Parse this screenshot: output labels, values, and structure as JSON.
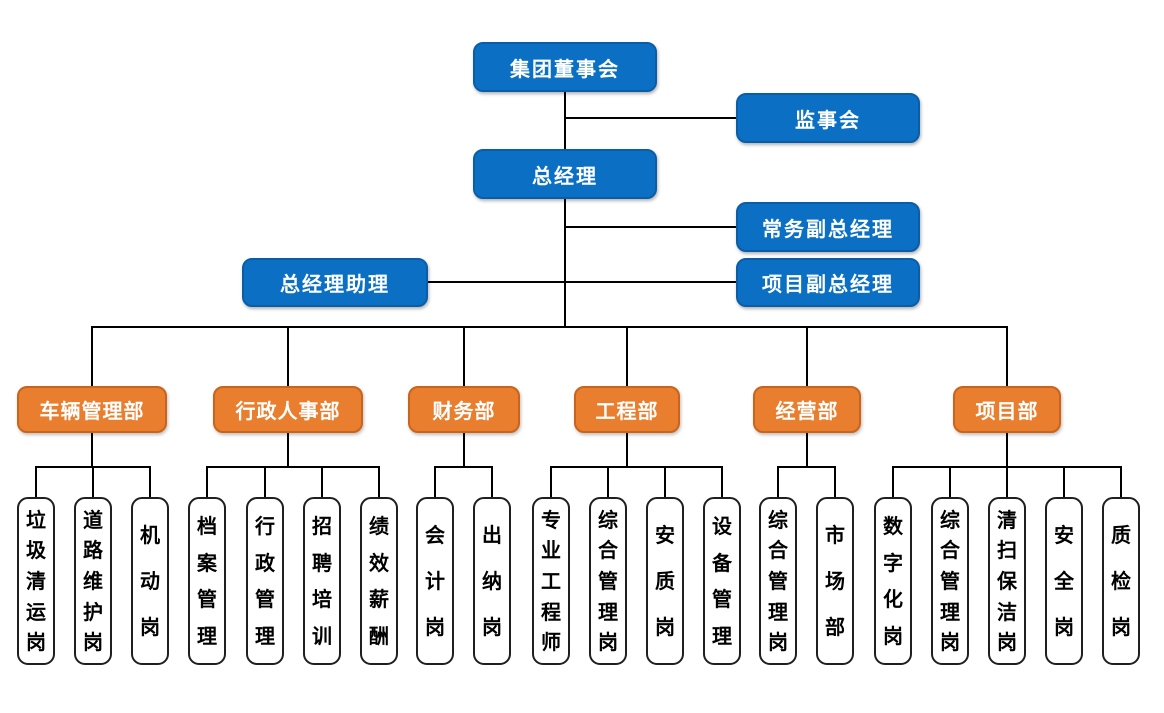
{
  "org": {
    "executives": {
      "board": "集团董事会",
      "supervisory": "监事会",
      "gm": "总经理",
      "exec_vice_gm": "常务副总经理",
      "gm_assistant": "总经理助理",
      "project_vice_gm": "项目副总经理"
    },
    "departments": [
      {
        "name": "车辆管理部",
        "posts": [
          "垃圾清运岗",
          "道路维护岗",
          "机动岗"
        ]
      },
      {
        "name": "行政人事部",
        "posts": [
          "档案管理",
          "行政管理",
          "招聘培训",
          "绩效薪酬"
        ]
      },
      {
        "name": "财务部",
        "posts": [
          "会计岗",
          "出纳岗"
        ]
      },
      {
        "name": "工程部",
        "posts": [
          "专业工程师",
          "综合管理岗",
          "安质岗",
          "设备管理"
        ]
      },
      {
        "name": "经营部",
        "posts": [
          "综合管理岗",
          "市场部"
        ]
      },
      {
        "name": "项目部",
        "posts": [
          "数字化岗",
          "综合管理岗",
          "清扫保洁岗",
          "安全岗",
          "质检岗"
        ]
      }
    ],
    "colors": {
      "executive_fill": "#0b70c4",
      "executive_border": "#0a5ea8",
      "department_fill": "#e87e2e",
      "department_border": "#c9641a",
      "post_border": "#1f1f1f",
      "connector": "#000000",
      "text_on_fill": "#ffffff",
      "post_text": "#000000"
    }
  }
}
